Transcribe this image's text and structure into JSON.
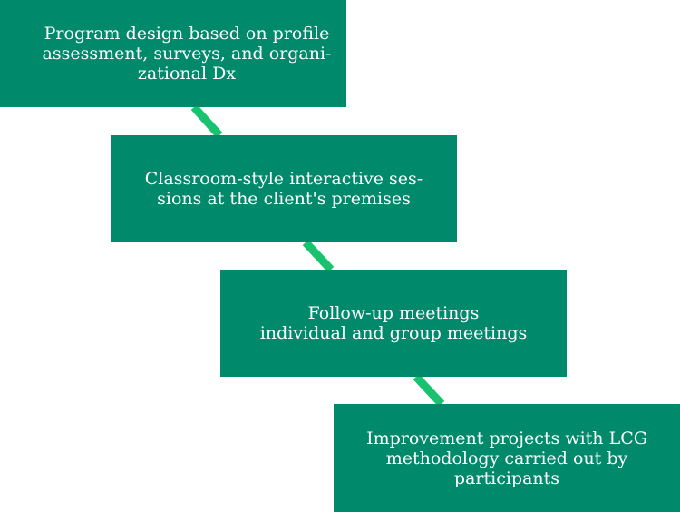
{
  "diagram": {
    "steps": [
      {
        "label": "Program design based on profile\nassessment, surveys, and organi-\nzational Dx"
      },
      {
        "label": "Classroom-style interactive ses-\nsions at the client's premises"
      },
      {
        "label": "Follow-up meetings\nindividual and group meetings"
      },
      {
        "label": "Improvement projects with LCG\nmethodology carried out by\nparticipants"
      }
    ],
    "colors": {
      "box_fill": "#00896b",
      "box_text": "#ffffff",
      "connector": "#18c26e"
    }
  }
}
